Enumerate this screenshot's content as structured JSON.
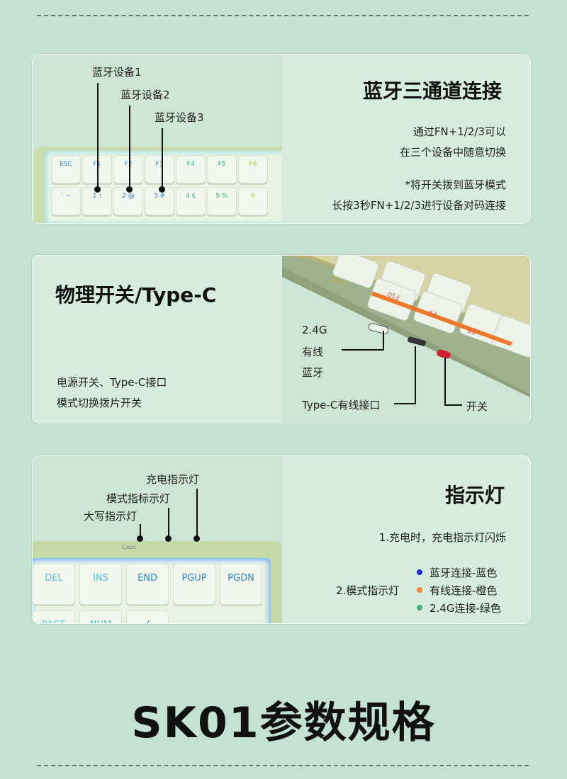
{
  "section1": {
    "title": "蓝牙三通道连接",
    "line1": "通过FN+1/2/3可以",
    "line2": "在三个设备中随意切换",
    "line3": "*将开关拨到蓝牙模式",
    "line4": "长按3秒FN+1/2/3进行设备对码连接",
    "labels": [
      "蓝牙设备1",
      "蓝牙设备2",
      "蓝牙设备3"
    ],
    "keys_row1": [
      "ESC",
      "F1",
      "F2",
      "F3",
      "F4",
      "F5",
      "F6"
    ],
    "keys_row2": [
      "` ~",
      "1 !",
      "2 @",
      "3 #",
      "4 $",
      "5 %",
      "6"
    ]
  },
  "section2": {
    "title": "物理开关/Type-C",
    "line1": "电源开关、Type-C接口",
    "line2": "模式切换拨片开关",
    "mode_labels": [
      "2.4G",
      "有线",
      "蓝牙"
    ],
    "typec_label": "Type-C有线接口",
    "switch_label": "开关",
    "keys": [
      "F10",
      "F9",
      "F8",
      "F11"
    ]
  },
  "section3": {
    "title": "指示灯",
    "line1": "1.充电时，充电指示灯闪烁",
    "mode_heading": "2.模式指示灯",
    "legend": [
      {
        "label": "蓝牙连接-蓝色",
        "color": "#1f2bd6"
      },
      {
        "label": "有线连接-橙色",
        "color": "#f0873a"
      },
      {
        "label": "2.4G连接-绿色",
        "color": "#4aa77e"
      }
    ],
    "indicator_labels": [
      "充电指示灯",
      "模式指标示灯",
      "大写指示灯"
    ],
    "indicator_caption": "Caps",
    "keys_row1": [
      "DEL",
      "INS",
      "END",
      "PGUP",
      "PGDN"
    ],
    "keys_row2": [
      "PAGE",
      "NUM",
      "/"
    ]
  },
  "footer_title": "SK01参数规格"
}
